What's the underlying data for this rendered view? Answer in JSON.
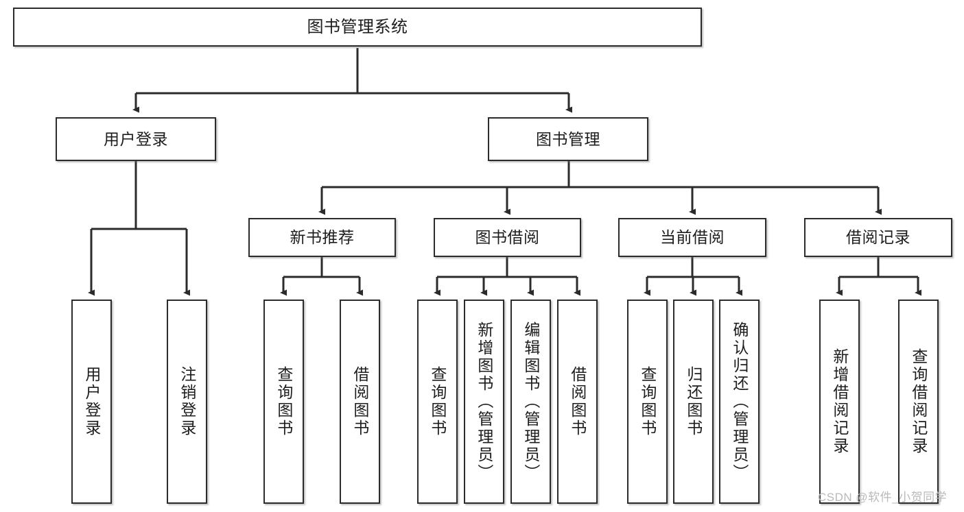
{
  "diagram": {
    "title": "图书管理系统",
    "watermark": "CSDN @软件_小贺同学",
    "colors": {
      "box_stroke": "#2b2b2b",
      "box_fill": "#ffffff",
      "edge": "#2b2b2b",
      "text": "#1d1d1d",
      "watermark": "#b9b9b9"
    },
    "levels": {
      "root": "图书管理系统",
      "level2": [
        "用户登录",
        "图书管理"
      ],
      "level3": [
        "新书推荐",
        "图书借阅",
        "当前借阅",
        "借阅记录"
      ]
    },
    "nodes": {
      "root": {
        "label": "图书管理系统"
      },
      "user_login": {
        "label": "用户登录"
      },
      "book_manage": {
        "label": "图书管理"
      },
      "new_book_rec": {
        "label": "新书推荐"
      },
      "book_borrow": {
        "label": "图书借阅"
      },
      "current_borrow": {
        "label": "当前借阅"
      },
      "borrow_record": {
        "label": "借阅记录"
      },
      "leaf_user_login": {
        "label": "用户登录"
      },
      "leaf_user_logout": {
        "label": "注销登录"
      },
      "leaf_query_book_1": {
        "label": "查询图书"
      },
      "leaf_borrow_book_1": {
        "label": "借阅图书"
      },
      "leaf_query_book_2": {
        "label": "查询图书"
      },
      "leaf_add_book": {
        "label": "新增图书（管理员）"
      },
      "leaf_edit_book": {
        "label": "编辑图书（管理员）"
      },
      "leaf_borrow_book_2": {
        "label": "借阅图书"
      },
      "leaf_query_book_3": {
        "label": "查询图书"
      },
      "leaf_return_book": {
        "label": "归还图书"
      },
      "leaf_confirm_return": {
        "label": "确认归还（管理员）"
      },
      "leaf_add_record": {
        "label": "新增借阅记录"
      },
      "leaf_query_record": {
        "label": "查询借阅记录"
      }
    }
  }
}
